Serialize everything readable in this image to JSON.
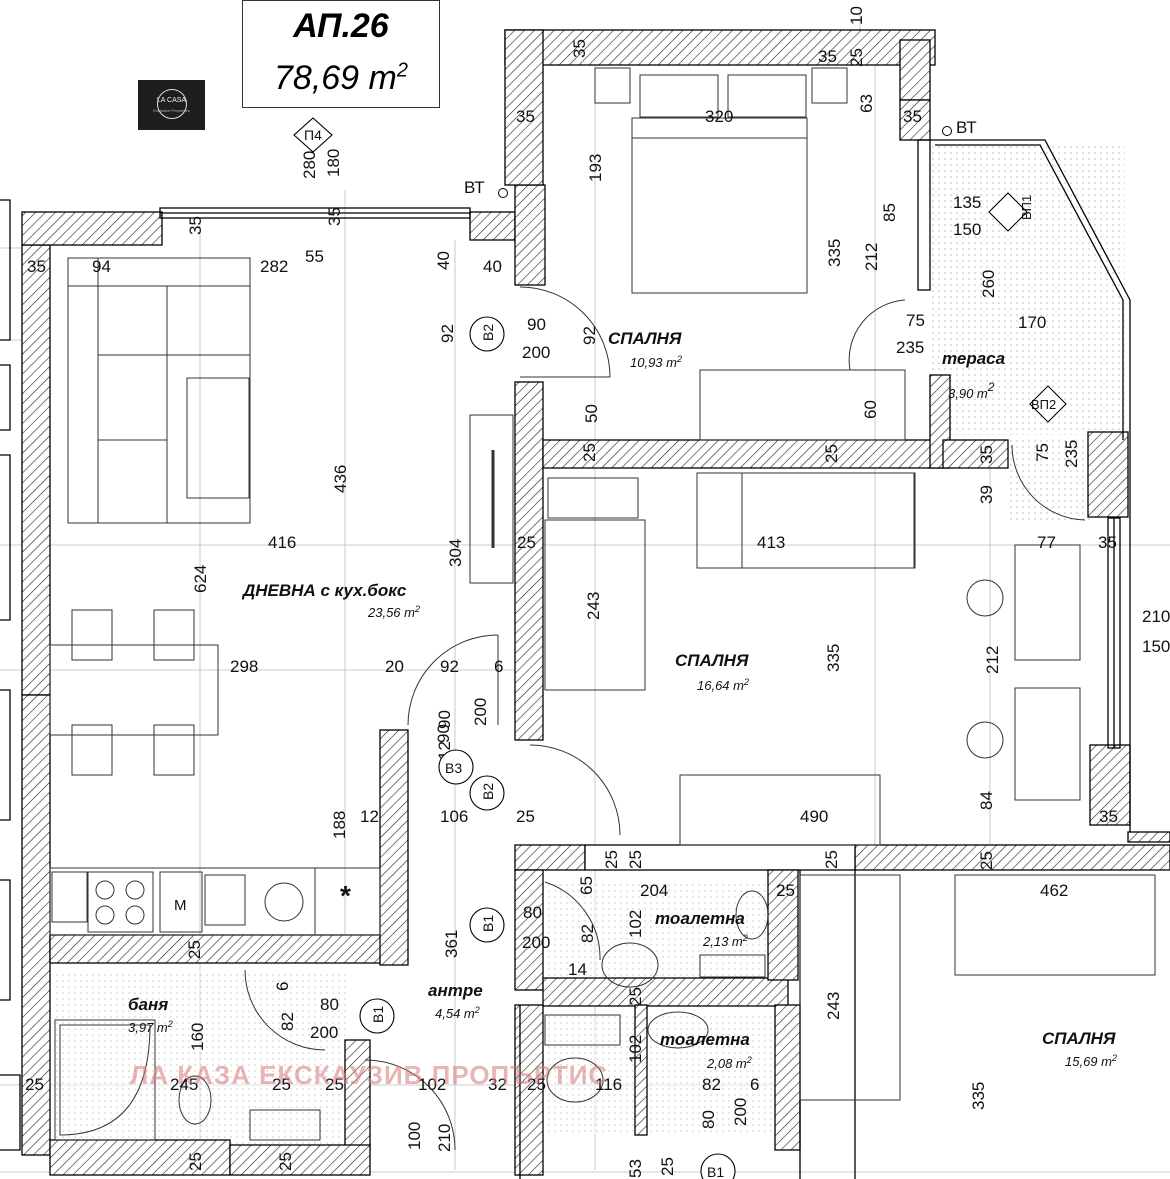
{
  "apartment": {
    "name": "АП.26",
    "area": "78,69 m",
    "area_sup": "2"
  },
  "logo": {
    "text": "LA CASA",
    "subtext": "Exclusive Properties"
  },
  "watermark": "ЛА КАЗА ЕКСКАУЗИВ ПРОПЪРТИС",
  "rooms": [
    {
      "name": "ДНЕВНА с кух.бокс",
      "area": "23,56 m",
      "sup": "2"
    },
    {
      "name": "СПАЛНЯ",
      "area": "10,93 m",
      "sup": "2"
    },
    {
      "name": "тераса",
      "area": "3,90 m",
      "sup": "2"
    },
    {
      "name": "СПАЛНЯ",
      "area": "16,64 m",
      "sup": "2"
    },
    {
      "name": "тоалетна",
      "area": "2,13 m",
      "sup": "2"
    },
    {
      "name": "тоалетна",
      "area": "2,08 m",
      "sup": "2"
    },
    {
      "name": "баня",
      "area": "3,97 m",
      "sup": "2"
    },
    {
      "name": "антре",
      "area": "4,54 m",
      "sup": "2"
    },
    {
      "name": "СПАЛНЯ",
      "area": "15,69 m",
      "sup": "2"
    }
  ],
  "tags": [
    "П4",
    "ВП1",
    "ВП2",
    "B2",
    "B2",
    "B3",
    "B1",
    "B1",
    "B1"
  ],
  "marks": [
    "ВТ",
    "ВТ",
    "M",
    "*"
  ],
  "dimensions": [
    "10",
    "35",
    "35",
    "25",
    "35",
    "63",
    "320",
    "35",
    "280",
    "180",
    "193",
    "85",
    "135",
    "150",
    "35",
    "35",
    "55",
    "335",
    "212",
    "260",
    "35",
    "94",
    "282",
    "40",
    "40",
    "92",
    "90",
    "200",
    "92",
    "75",
    "170",
    "235",
    "60",
    "50",
    "25",
    "25",
    "75",
    "235",
    "35",
    "39",
    "436",
    "416",
    "304",
    "25",
    "243",
    "413",
    "77",
    "35",
    "210",
    "150",
    "624",
    "298",
    "20",
    "92",
    "6",
    "90",
    "200",
    "212",
    "12",
    "90",
    "335",
    "84",
    "188",
    "12",
    "106",
    "25",
    "490",
    "35",
    "25",
    "25",
    "25",
    "25",
    "204",
    "65",
    "25",
    "462",
    "80",
    "200",
    "82",
    "102",
    "361",
    "14",
    "25",
    "6",
    "80",
    "200",
    "82",
    "25",
    "243",
    "160",
    "102",
    "335",
    "25",
    "245",
    "25",
    "25",
    "102",
    "32",
    "25",
    "116",
    "82",
    "6",
    "80",
    "200",
    "100",
    "210",
    "25",
    "25",
    "53",
    "25"
  ]
}
